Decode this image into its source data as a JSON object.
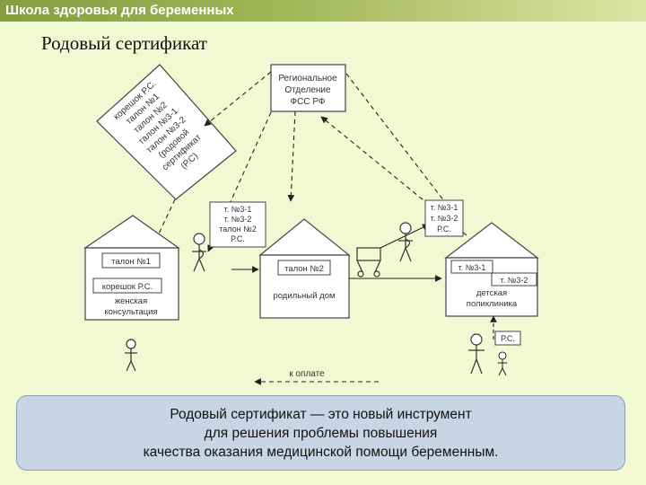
{
  "header": {
    "text": "Школа здоровья для беременных"
  },
  "title": "Родовый сертификат",
  "diagram": {
    "fss_box": [
      "Региональное",
      "Отделение",
      "ФСС РФ"
    ],
    "diamond": [
      "корешок Р.С.",
      "талон №1",
      "талон №2",
      "талон №3-1",
      "талон №3-2",
      "(родовой",
      "сертификат",
      "(Р.С)"
    ],
    "mid_note": [
      "т. №3-1",
      "т. №3-2",
      "талон №2",
      "Р.С."
    ],
    "right_note": [
      "т. №3-1",
      "т. №3-2",
      "Р.С."
    ],
    "left_house": {
      "talon": "талон №1",
      "koreshok": "корешок Р.С.",
      "label": [
        "женская",
        "консультация"
      ]
    },
    "mid_house": {
      "talon": "талон №2",
      "label": "родильный дом"
    },
    "right_house": {
      "t1": "т. №3-1",
      "t2": "т. №3-2",
      "label": [
        "детская",
        "поликлиника"
      ]
    },
    "rs_tag": "Р.С.",
    "payment": "к оплате"
  },
  "callout": [
    "Родовый сертификат — это новый инструмент",
    "для решения проблемы повышения",
    "качества оказания медицинской помощи беременным."
  ],
  "colors": {
    "header": "#8fa548",
    "background": "#f1f9d2",
    "callout": "#c8d5e4"
  }
}
